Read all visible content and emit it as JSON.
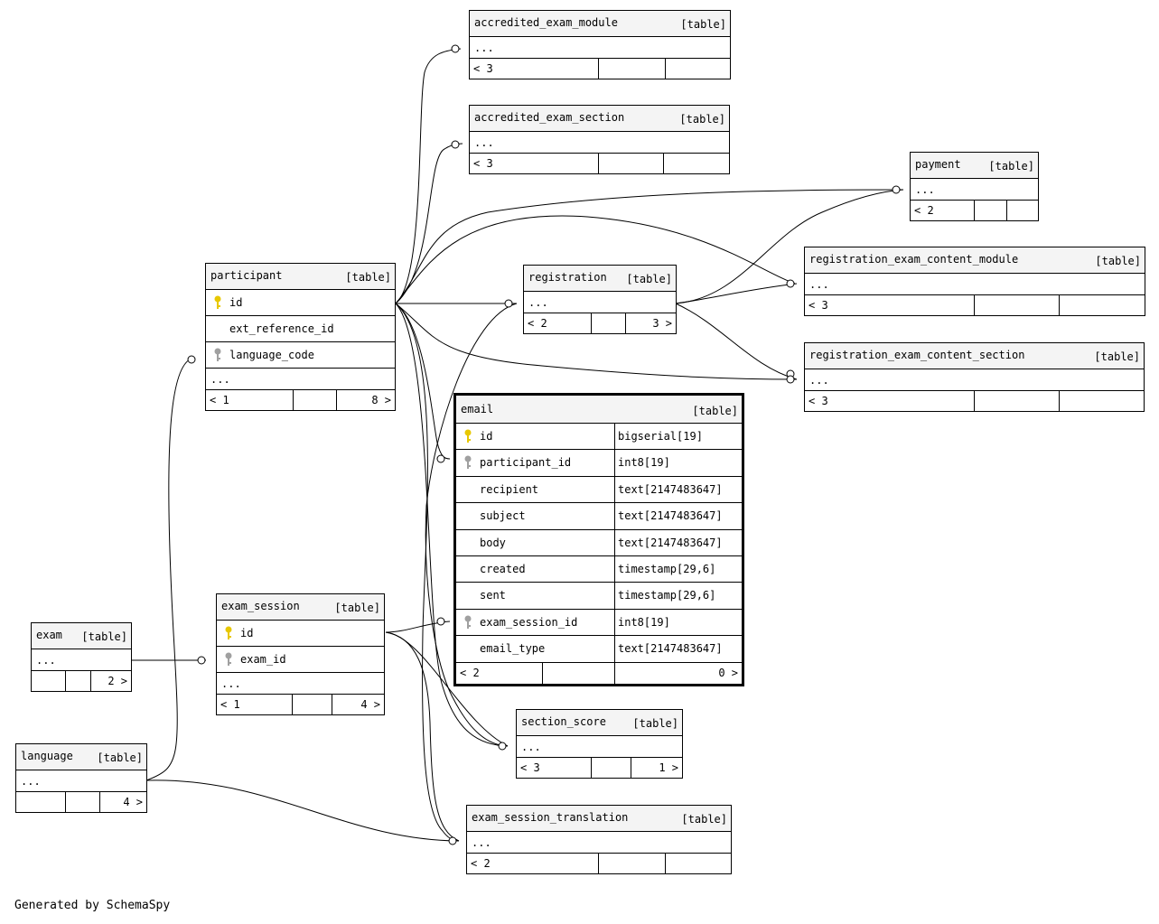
{
  "diagram": {
    "table_tag": "[table]",
    "more_columns": "...",
    "tables": {
      "accredited_exam_module": {
        "name": "accredited_exam_module",
        "parents": "< 3",
        "children": ""
      },
      "accredited_exam_section": {
        "name": "accredited_exam_section",
        "parents": "< 3",
        "children": ""
      },
      "payment": {
        "name": "payment",
        "parents": "< 2",
        "children": ""
      },
      "registration_exam_content_module": {
        "name": "registration_exam_content_module",
        "parents": "< 3",
        "children": ""
      },
      "registration": {
        "name": "registration",
        "parents": "< 2",
        "children": "3 >"
      },
      "registration_exam_content_section": {
        "name": "registration_exam_content_section",
        "parents": "< 3",
        "children": ""
      },
      "participant": {
        "name": "participant",
        "parents": "< 1",
        "children": "8 >",
        "columns": [
          "id",
          "ext_reference_id",
          "language_code"
        ]
      },
      "email": {
        "name": "email",
        "parents": "< 2",
        "children": "0 >",
        "columns": [
          {
            "name": "id",
            "type": "bigserial[19]",
            "key": "primary"
          },
          {
            "name": "participant_id",
            "type": "int8[19]",
            "key": "foreign"
          },
          {
            "name": "recipient",
            "type": "text[2147483647]",
            "key": ""
          },
          {
            "name": "subject",
            "type": "text[2147483647]",
            "key": ""
          },
          {
            "name": "body",
            "type": "text[2147483647]",
            "key": ""
          },
          {
            "name": "created",
            "type": "timestamp[29,6]",
            "key": ""
          },
          {
            "name": "sent",
            "type": "timestamp[29,6]",
            "key": ""
          },
          {
            "name": "exam_session_id",
            "type": "int8[19]",
            "key": "foreign"
          },
          {
            "name": "email_type",
            "type": "text[2147483647]",
            "key": ""
          }
        ]
      },
      "exam": {
        "name": "exam",
        "parents": "",
        "children": "2 >"
      },
      "exam_session": {
        "name": "exam_session",
        "parents": "< 1",
        "children": "4 >",
        "columns": [
          "id",
          "exam_id"
        ]
      },
      "section_score": {
        "name": "section_score",
        "parents": "< 3",
        "children": "1 >"
      },
      "language": {
        "name": "language",
        "parents": "",
        "children": "4 >"
      },
      "exam_session_translation": {
        "name": "exam_session_translation",
        "parents": "< 2",
        "children": ""
      }
    },
    "footer": "Generated by SchemaSpy",
    "colors": {
      "primary_key": "#e8c800",
      "foreign_key": "#a0a0a0",
      "header_bg": "#f4f4f4"
    },
    "icons": {
      "primary_key": "key-icon-gold",
      "foreign_key": "key-icon-gray"
    }
  }
}
